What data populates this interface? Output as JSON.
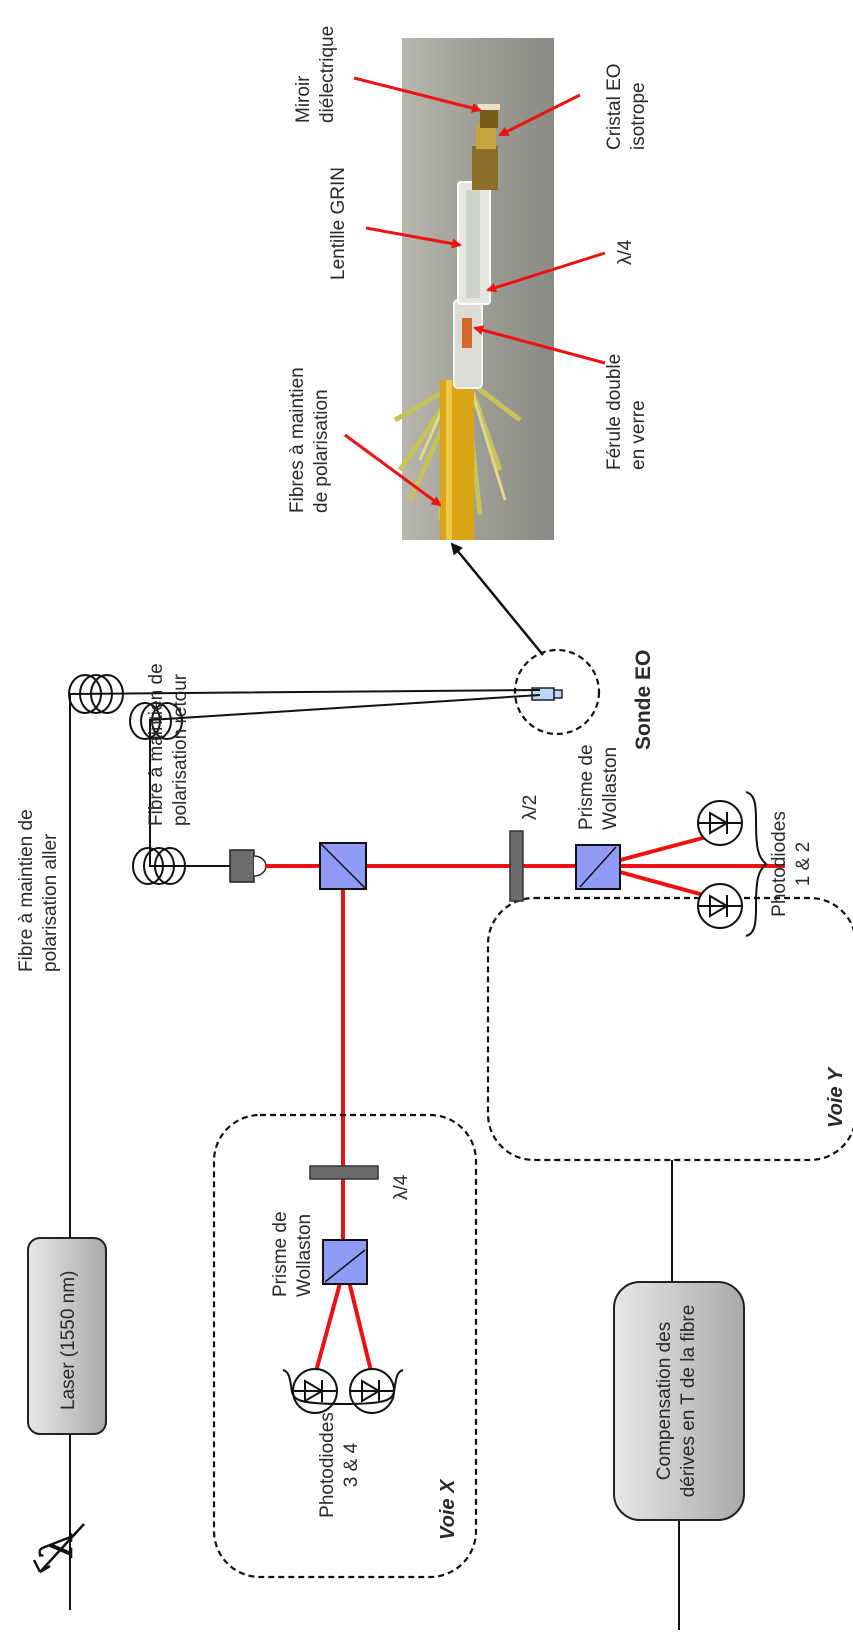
{
  "labels": {
    "laser": "Laser (1550 nm)",
    "compensation_line1": "Compensation des",
    "compensation_line2": "dérives en T de la fibre",
    "fibre_aller_line1": "Fibre à maintien de",
    "fibre_aller_line2": "polarisation aller",
    "fibre_retour_line1": "Fibre à maintien de",
    "fibre_retour_line2": "polarisation retour",
    "sonde_eo": "Sonde EO",
    "voie_x": "Voie X",
    "voie_y": "Voie Y",
    "lambda4_x": "λ/4",
    "lambda2_y": "λ/2",
    "wollaston_x_line1": "Prisme de",
    "wollaston_x_line2": "Wollaston",
    "wollaston_y_line1": "Prisme de",
    "wollaston_y_line2": "Wollaston",
    "photodiodes_34_line1": "Photodiodes",
    "photodiodes_34_line2": "3 & 4",
    "photodiodes_12_line1": "Photodiodes",
    "photodiodes_12_line2": "1 & 2",
    "photo_fibres_line1": "Fibres à maintien",
    "photo_fibres_line2": "de polarisation",
    "photo_ferule_line1": "Férule double",
    "photo_ferule_line2": "en verre",
    "photo_grin": "Lentille GRIN",
    "photo_lambda4": "λ/4",
    "photo_miroir_line1": "Miroir",
    "photo_miroir_line2": "diélectrique",
    "photo_cristal_line1": "Cristal EO",
    "photo_cristal_line2": "isotrope",
    "lambda_symbol": "λ"
  },
  "colors": {
    "beam": "#ee1111",
    "prism": "#8f9bf7",
    "plate": "#6b6b6b",
    "photo_background": "#9a9a92",
    "probe_body": "#d9a515"
  }
}
